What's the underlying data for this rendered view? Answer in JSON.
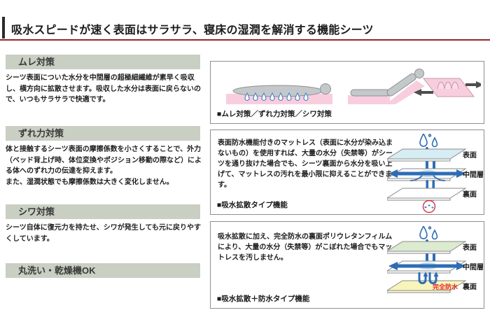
{
  "title": "吸水スピードが速く表面はサラサラ、寝床の湿潤を解消する機能シーツ",
  "sections": [
    {
      "heading": "ムレ対策",
      "body": "シーツ表面についた水分を中間層の超極細繊維が素早く吸収し、横方向に拡散させます。吸収した水分は表面に戻らないので、いつもサラサラで快適です。"
    },
    {
      "heading": "ずれ力対策",
      "body": "体と接触するシーツ表面の摩擦係数を小さくすることで、外力（ベッド背上げ時、体位変換やポジション移動の際など）による体へのずれ力の伝達を抑えます。\nまた、湿潤状態でも摩擦係数は大きく変化しません。"
    },
    {
      "heading": "シワ対策",
      "body": "シーツ自体に復元力を持たせ、シワが発生しても元に戻りやすくしています。"
    },
    {
      "heading": "丸洗い・乾燥機OK",
      "body": ""
    }
  ],
  "panels": {
    "p1": {
      "caption": "■ムレ対策／ずれ力対策／シワ対策"
    },
    "p2": {
      "text": "表面防水機能付きのマットレス（表面に水分が染み込まないもの）を使用すれば、大量の水分（失禁等）がシーツを通り抜けた場合でも、シーツ裏面から水分を吸い上げて、マットレスの汚れを最小限に抑えることができます。",
      "caption": "■吸水拡散タイプ機能",
      "labels": {
        "surface": "表面",
        "middle": "中間層",
        "back": "裏面"
      }
    },
    "p3": {
      "text": "吸水拡散に加え、完全防水の裏面ポリウレタンフィルムにより、大量の水分（失禁等）がこぼれた場合でもマットレスを汚しません。",
      "caption": "■吸水拡散＋防水タイプ機能",
      "labels": {
        "surface": "表面",
        "middle": "中間層",
        "back": "裏面"
      },
      "waterproof": "完全防水"
    }
  },
  "colors": {
    "accent_red": "#932827",
    "heading_green": "#c9cfc2",
    "arrow_blue": "#2e6db4",
    "sheet_pink": "#f8cede",
    "layer_blue": "#d6edf4",
    "layer_green": "#dcead0",
    "layer_yellow": "#f8f5bb",
    "waterproof_red": "#e02a2a"
  }
}
